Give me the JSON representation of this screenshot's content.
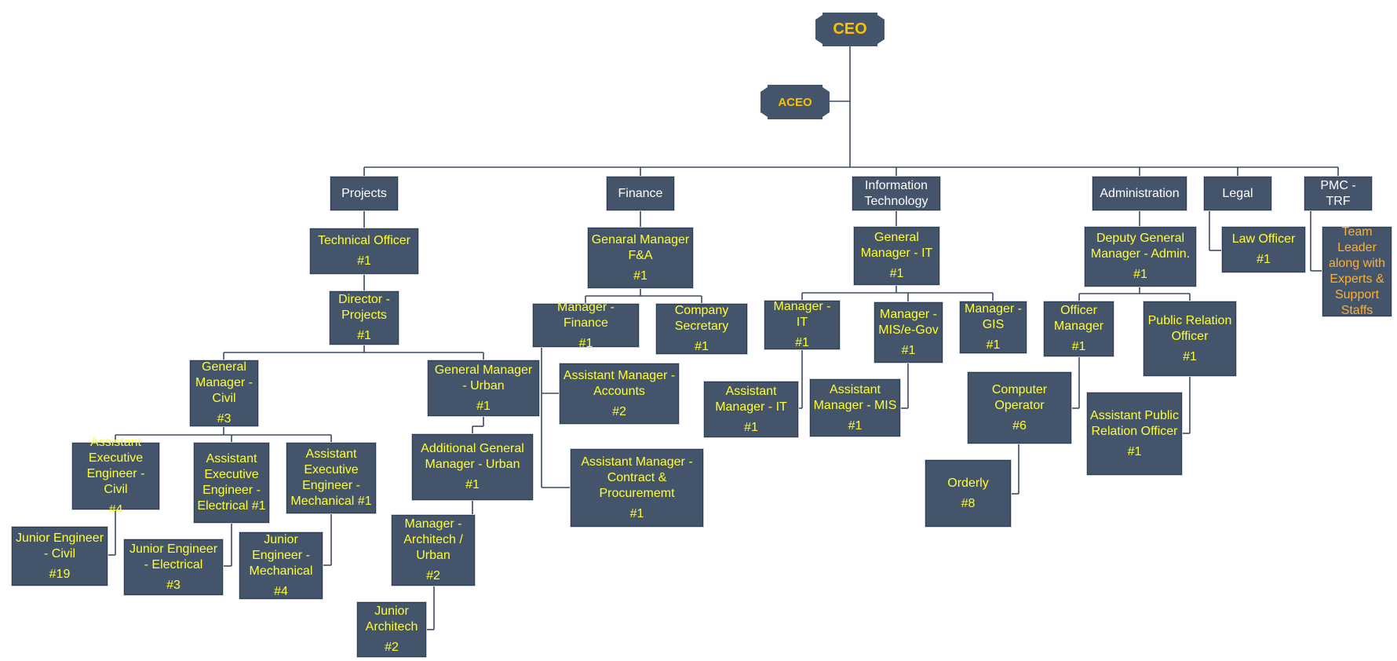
{
  "executive": {
    "ceo": "CEO",
    "aceo": "ACEO"
  },
  "departments": {
    "projects": "Projects",
    "finance": "Finance",
    "it": "Information Technology",
    "administration": "Administration",
    "legal": "Legal",
    "pmc": "PMC - TRF"
  },
  "projects": {
    "technical_officer": {
      "title": "Technical  Officer",
      "count": "#1"
    },
    "director": {
      "title": "Director - Projects",
      "count": "#1"
    },
    "gm_civil": {
      "title": "General Manager - Civil",
      "count": "#3"
    },
    "aee_civil": {
      "title": "Assistant Executive Engineer - Civil",
      "count": "#4"
    },
    "aee_electrical": {
      "title": "Assistant Executive Engineer - Electrical #1",
      "count": ""
    },
    "aee_mechanical": {
      "title": "Assistant Executive Engineer - Mechanical #1",
      "count": ""
    },
    "je_civil": {
      "title": "Junior Engineer - Civil",
      "count": "#19"
    },
    "je_electrical": {
      "title": "Junior Engineer - Electrical",
      "count": "#3"
    },
    "je_mechanical": {
      "title": "Junior Engineer - Mechanical",
      "count": "#4"
    },
    "gm_urban": {
      "title": "General Manager  - Urban",
      "count": "#1"
    },
    "agm_urban": {
      "title": "Additional General Manager - Urban",
      "count": "#1"
    },
    "mgr_architech": {
      "title": "Manager - Architech / Urban",
      "count": "#2"
    },
    "junior_architech": {
      "title": "Junior Architech",
      "count": "#2"
    }
  },
  "finance": {
    "gm_fa": {
      "title": "Genaral Manager F&A",
      "count": "#1"
    },
    "mgr_finance": {
      "title": "Manager - Finance",
      "count": "#1"
    },
    "company_secretary": {
      "title": "Company Secretary",
      "count": "#1"
    },
    "asst_accounts": {
      "title": "Assistant Manager - Accounts",
      "count": "#2"
    },
    "asst_contract": {
      "title": "Assistant Manager - Contract & Procurememt",
      "count": "#1"
    }
  },
  "it": {
    "gm_it": {
      "title": "General Manager - IT",
      "count": "#1"
    },
    "mgr_it": {
      "title": "Manager - IT",
      "count": "#1"
    },
    "mgr_mis": {
      "title": "Manager - MIS/e-Gov",
      "count": "#1"
    },
    "mgr_gis": {
      "title": "Manager - GIS",
      "count": "#1"
    },
    "asst_it": {
      "title": "Assistant Manager - IT",
      "count": "#1"
    },
    "asst_mis": {
      "title": "Assistant Manager - MIS",
      "count": "#1"
    }
  },
  "administration": {
    "dgm_admin": {
      "title": "Deputy General Manager - Admin.",
      "count": "#1"
    },
    "officer_manager": {
      "title": "Officer Manager",
      "count": "#1"
    },
    "pro": {
      "title": "Public Relation Officer",
      "count": "#1"
    },
    "computer_operator": {
      "title": "Computer Operator",
      "count": "#6"
    },
    "orderly": {
      "title": "Orderly",
      "count": "#8"
    },
    "asst_pro": {
      "title": "Assistant Public Relation Officer",
      "count": "#1"
    }
  },
  "legal": {
    "law_officer": {
      "title": "Law Officer",
      "count": "#1"
    }
  },
  "pmc": {
    "team_leader": {
      "title": "Team Leader along with Experts & Support Staffs"
    }
  }
}
